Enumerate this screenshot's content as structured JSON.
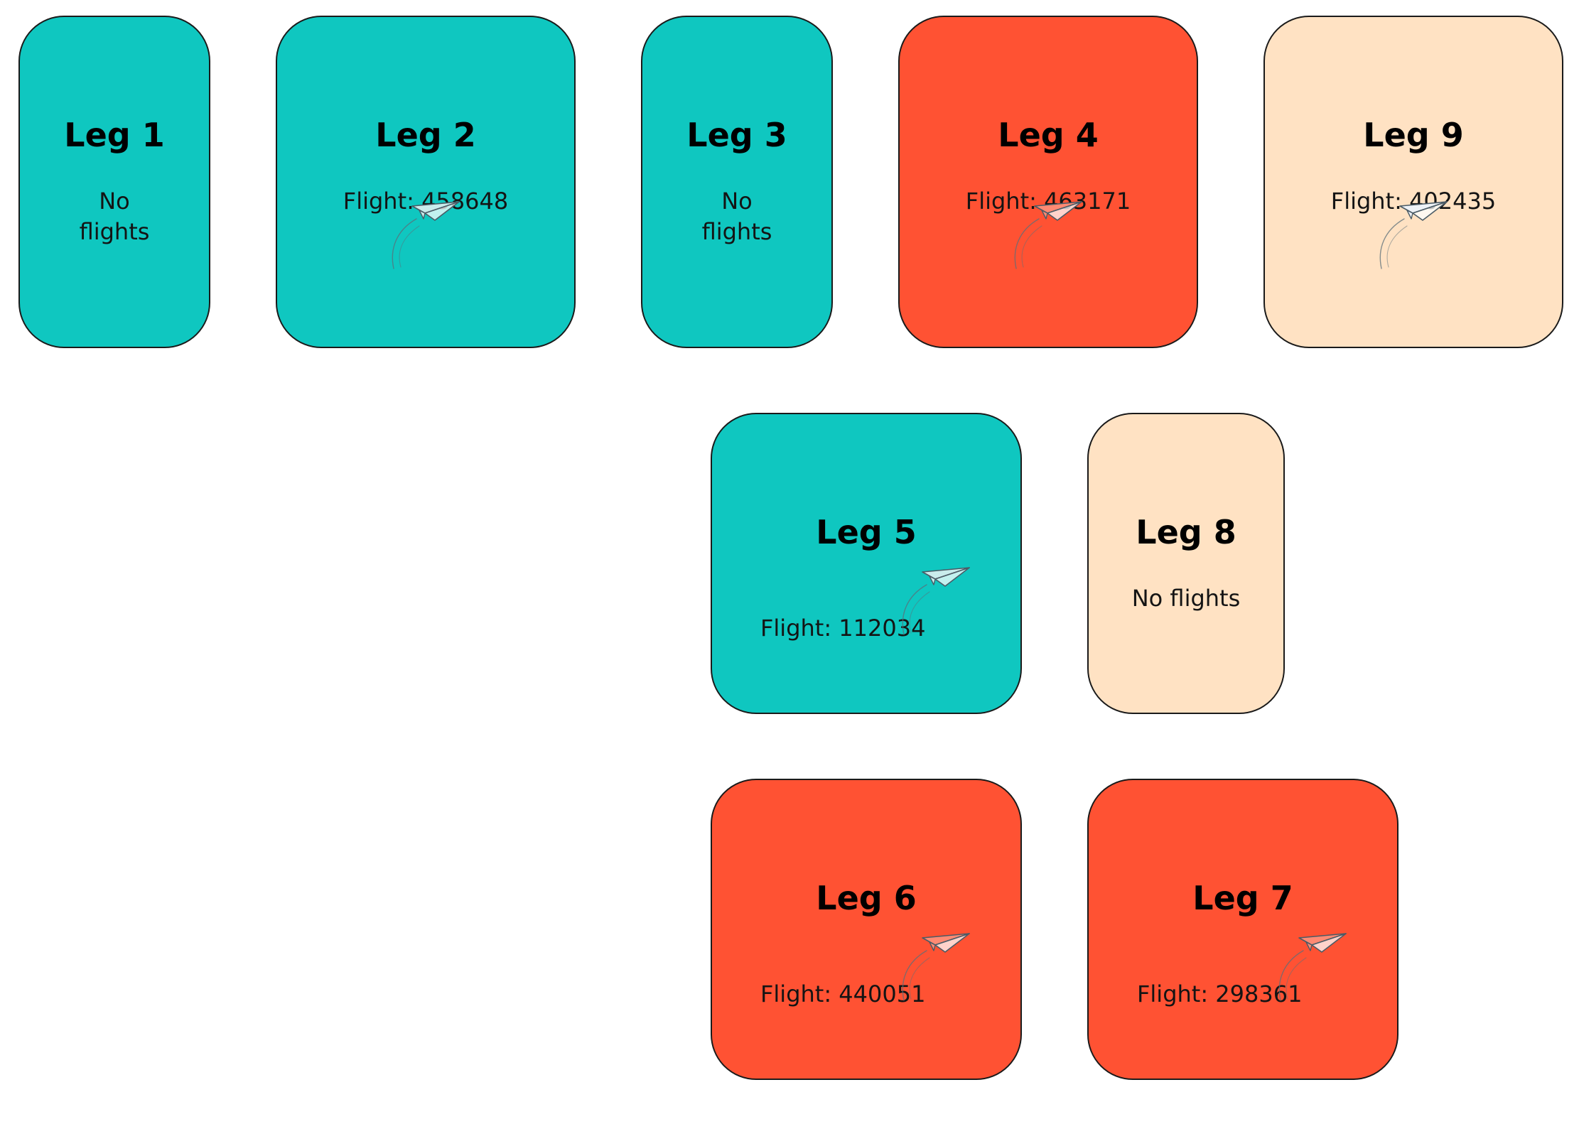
{
  "legs": [
    {
      "id": "leg-1",
      "title": "Leg 1",
      "text": "No\nflights",
      "color": "#0fc7c0",
      "has_plane": false,
      "plane_color": ""
    },
    {
      "id": "leg-2",
      "title": "Leg 2",
      "text": "Flight: 458648",
      "color": "#0fc7c0",
      "has_plane": true,
      "plane_color": "#c9ecec"
    },
    {
      "id": "leg-3",
      "title": "Leg 3",
      "text": "No\nflights",
      "color": "#0fc7c0",
      "has_plane": false,
      "plane_color": ""
    },
    {
      "id": "leg-4",
      "title": "Leg 4",
      "text": "Flight: 463171",
      "color": "#ff5233",
      "has_plane": true,
      "plane_color": "#ff8a73"
    },
    {
      "id": "leg-9",
      "title": "Leg 9",
      "text": "Flight: 402435",
      "color": "#ffe2c3",
      "has_plane": true,
      "plane_color": "#eef2f7"
    },
    {
      "id": "leg-5",
      "title": "Leg 5",
      "text": "Flight: 112034",
      "color": "#0fc7c0",
      "has_plane": true,
      "plane_color": "#c9ecec"
    },
    {
      "id": "leg-8",
      "title": "Leg 8",
      "text": "No flights",
      "color": "#ffe2c3",
      "has_plane": false,
      "plane_color": ""
    },
    {
      "id": "leg-6",
      "title": "Leg 6",
      "text": "Flight: 440051",
      "color": "#ff5233",
      "has_plane": true,
      "plane_color": "#ff8a73"
    },
    {
      "id": "leg-7",
      "title": "Leg 7",
      "text": "Flight: 298361",
      "color": "#ff5233",
      "has_plane": true,
      "plane_color": "#ff8a73"
    }
  ]
}
